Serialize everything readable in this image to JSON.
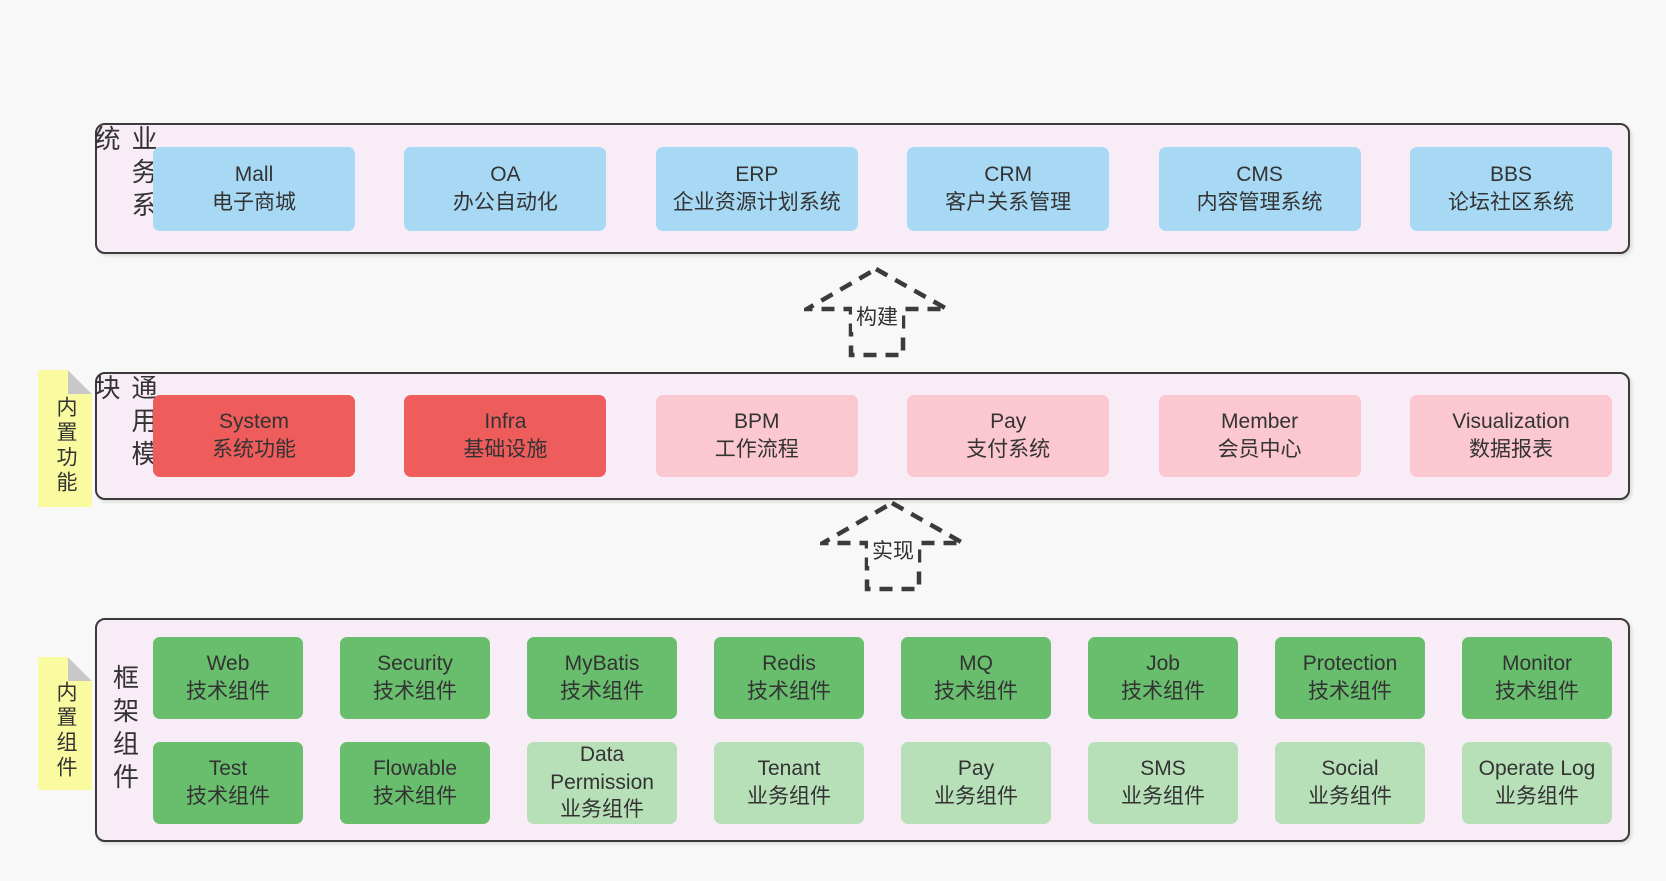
{
  "colors": {
    "page_bg": "#f8f8f8",
    "section_bg": "#f8edf6",
    "section_border": "#3b3b3b",
    "text": "#333333",
    "blue": "#a7d9f5",
    "red": "#ef5c5c",
    "pink": "#fbc7d0",
    "green_dark": "#69be6e",
    "green_light": "#b8e0b8",
    "sticky_yellow": "#fafaa0",
    "sticky_fold": "#c8c8c8"
  },
  "sections": [
    {
      "id": "business-systems",
      "label": "业务系统",
      "sticky": null,
      "rows": [
        [
          {
            "title": "Mall",
            "subtitle": "电子商城",
            "color": "blue"
          },
          {
            "title": "OA",
            "subtitle": "办公自动化",
            "color": "blue"
          },
          {
            "title": "ERP",
            "subtitle": "企业资源计划系统",
            "color": "blue"
          },
          {
            "title": "CRM",
            "subtitle": "客户关系管理",
            "color": "blue"
          },
          {
            "title": "CMS",
            "subtitle": "内容管理系统",
            "color": "blue"
          },
          {
            "title": "BBS",
            "subtitle": "论坛社区系统",
            "color": "blue"
          }
        ]
      ]
    },
    {
      "id": "common-modules",
      "label": "通用模块",
      "sticky": "内置功能",
      "rows": [
        [
          {
            "title": "System",
            "subtitle": "系统功能",
            "color": "red"
          },
          {
            "title": "Infra",
            "subtitle": "基础设施",
            "color": "red"
          },
          {
            "title": "BPM",
            "subtitle": "工作流程",
            "color": "pink"
          },
          {
            "title": "Pay",
            "subtitle": "支付系统",
            "color": "pink"
          },
          {
            "title": "Member",
            "subtitle": "会员中心",
            "color": "pink"
          },
          {
            "title": "Visualization",
            "subtitle": "数据报表",
            "color": "pink"
          }
        ]
      ]
    },
    {
      "id": "framework-components",
      "label": "框架组件",
      "sticky": "内置组件",
      "rows": [
        [
          {
            "title": "Web",
            "subtitle": "技术组件",
            "color": "green_dark"
          },
          {
            "title": "Security",
            "subtitle": "技术组件",
            "color": "green_dark"
          },
          {
            "title": "MyBatis",
            "subtitle": "技术组件",
            "color": "green_dark"
          },
          {
            "title": "Redis",
            "subtitle": "技术组件",
            "color": "green_dark"
          },
          {
            "title": "MQ",
            "subtitle": "技术组件",
            "color": "green_dark"
          },
          {
            "title": "Job",
            "subtitle": "技术组件",
            "color": "green_dark"
          },
          {
            "title": "Protection",
            "subtitle": "技术组件",
            "color": "green_dark"
          },
          {
            "title": "Monitor",
            "subtitle": "技术组件",
            "color": "green_dark"
          }
        ],
        [
          {
            "title": "Test",
            "subtitle": "技术组件",
            "color": "green_dark"
          },
          {
            "title": "Flowable",
            "subtitle": "技术组件",
            "color": "green_dark"
          },
          {
            "title": "Data Permission",
            "subtitle": "业务组件",
            "color": "green_light"
          },
          {
            "title": "Tenant",
            "subtitle": "业务组件",
            "color": "green_light"
          },
          {
            "title": "Pay",
            "subtitle": "业务组件",
            "color": "green_light"
          },
          {
            "title": "SMS",
            "subtitle": "业务组件",
            "color": "green_light"
          },
          {
            "title": "Social",
            "subtitle": "业务组件",
            "color": "green_light"
          },
          {
            "title": "Operate Log",
            "subtitle": "业务组件",
            "color": "green_light"
          }
        ]
      ]
    }
  ],
  "arrows": [
    {
      "label": "构建"
    },
    {
      "label": "实现"
    }
  ]
}
